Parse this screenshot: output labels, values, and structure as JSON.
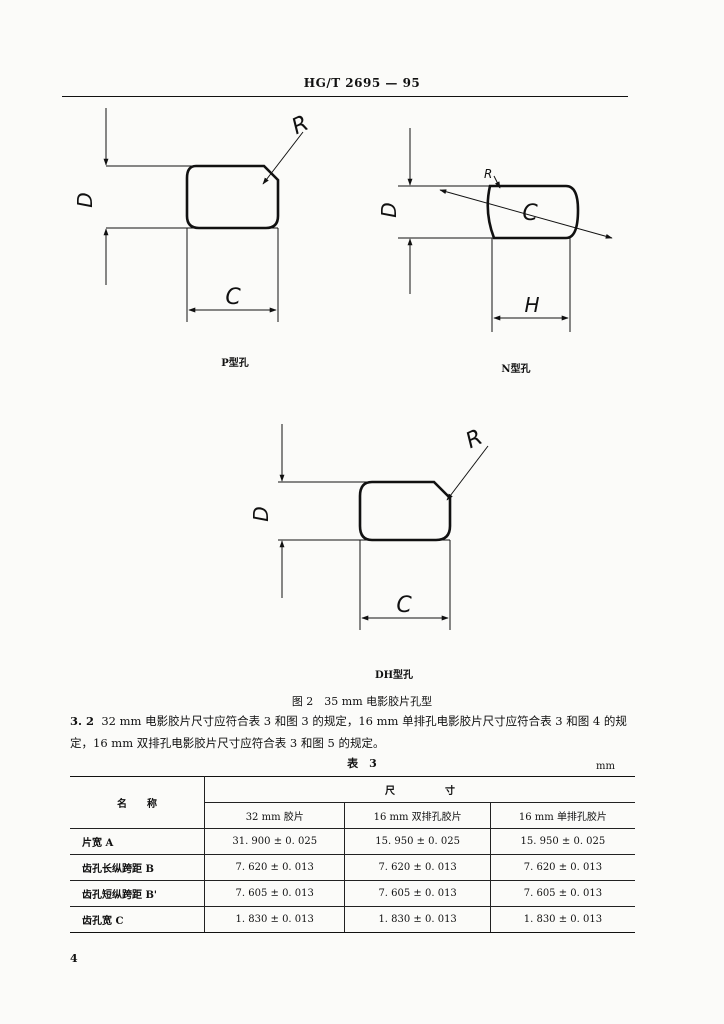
{
  "header": {
    "standard_no": "HG/T 2695 — 95"
  },
  "figures": {
    "p_hole": {
      "caption": "P型孔",
      "label_r": "R",
      "label_d": "D",
      "label_c": "C"
    },
    "n_hole": {
      "caption": "N型孔",
      "label_r": "R",
      "label_d": "D",
      "label_c": "C",
      "label_h": "H"
    },
    "dh_hole": {
      "caption": "DH型孔",
      "label_r": "R",
      "label_d": "D",
      "label_c": "C"
    }
  },
  "figure_caption": "图 2　35 mm 电影胶片孔型",
  "paragraph": {
    "number": "3. 2",
    "text": "32 mm 电影胶片尺寸应符合表 3 和图 3 的规定，16 mm 单排孔电影胶片尺寸应符合表 3 和图 4 的规定，16 mm 双排孔电影胶片尺寸应符合表 3 和图 5 的规定。"
  },
  "table": {
    "title": "表　3",
    "unit": "mm",
    "col_name": "名　　称",
    "col_dim": "尺　　　　　寸",
    "subheaders": [
      "32 mm 胶片",
      "16 mm 双排孔胶片",
      "16 mm 单排孔胶片"
    ],
    "rows": [
      {
        "name": "片宽 A",
        "values": [
          "31. 900 ± 0. 025",
          "15. 950 ± 0. 025",
          "15. 950 ± 0. 025"
        ]
      },
      {
        "name": "齿孔长纵跨距 B",
        "values": [
          "7. 620 ± 0. 013",
          "7. 620 ± 0. 013",
          "7. 620 ± 0. 013"
        ]
      },
      {
        "name": "齿孔短纵跨距 B'",
        "values": [
          "7. 605 ± 0. 013",
          "7. 605 ± 0. 013",
          "7. 605 ± 0. 013"
        ]
      },
      {
        "name": "齿孔宽 C",
        "values": [
          "1. 830 ± 0. 013",
          "1. 830 ± 0. 013",
          "1. 830 ± 0. 013"
        ]
      }
    ]
  },
  "page_number": "4"
}
